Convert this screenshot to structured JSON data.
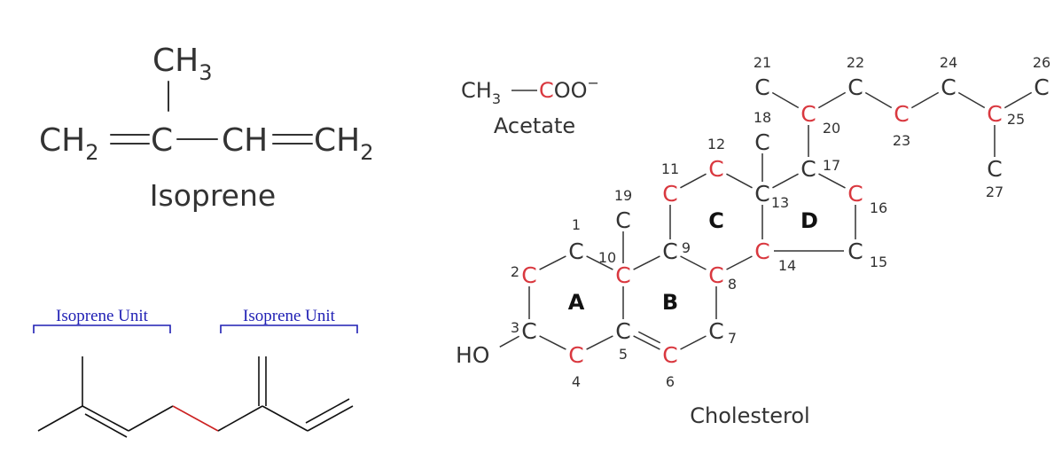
{
  "colors": {
    "text": "#333333",
    "highlight_carbon": "#d9383f",
    "bracket_blue": "#1f1fb4",
    "skeleton_black": "#111111",
    "skeleton_red": "#cc2222"
  },
  "isoprene": {
    "methyl": "CH",
    "methyl_sub": "3",
    "ch2_left": "CH",
    "ch2_left_sub": "2",
    "c_center": "C",
    "ch_mid": "CH",
    "ch2_right": "CH",
    "ch2_right_sub": "2",
    "name": "Isoprene"
  },
  "skeleton": {
    "unit_label_left": "Isoprene Unit",
    "unit_label_right": "Isoprene Unit"
  },
  "acetate": {
    "ch3": "CH",
    "ch3_sub": "3",
    "coo": "COO",
    "charge": "−",
    "name": "Acetate"
  },
  "cholesterol": {
    "name": "Cholesterol",
    "ho": "HO",
    "carbon_symbol": "C",
    "carbons": [
      {
        "n": "1",
        "red": false
      },
      {
        "n": "2",
        "red": true
      },
      {
        "n": "3",
        "red": false
      },
      {
        "n": "4",
        "red": true
      },
      {
        "n": "5",
        "red": false
      },
      {
        "n": "6",
        "red": true
      },
      {
        "n": "7",
        "red": false
      },
      {
        "n": "8",
        "red": true
      },
      {
        "n": "9",
        "red": false
      },
      {
        "n": "10",
        "red": true
      },
      {
        "n": "11",
        "red": true
      },
      {
        "n": "12",
        "red": true
      },
      {
        "n": "13",
        "red": false
      },
      {
        "n": "14",
        "red": true
      },
      {
        "n": "15",
        "red": false
      },
      {
        "n": "16",
        "red": true
      },
      {
        "n": "17",
        "red": false
      },
      {
        "n": "18",
        "red": false
      },
      {
        "n": "19",
        "red": false
      },
      {
        "n": "20",
        "red": true
      },
      {
        "n": "21",
        "red": false
      },
      {
        "n": "22",
        "red": false
      },
      {
        "n": "23",
        "red": true
      },
      {
        "n": "24",
        "red": false
      },
      {
        "n": "25",
        "red": true
      },
      {
        "n": "26",
        "red": false
      },
      {
        "n": "27",
        "red": false
      }
    ],
    "rings": [
      "A",
      "B",
      "C",
      "D"
    ]
  }
}
